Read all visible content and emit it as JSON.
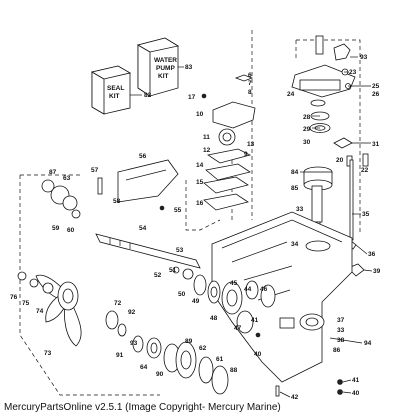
{
  "footer": {
    "caption": "MercuryPartsOnline v2.5.1 (Image Copyright- Mercury Marine)"
  },
  "boxes": {
    "box_83": {
      "lines": [
        "WATER",
        "PUMP",
        "KIT"
      ]
    },
    "box_82": {
      "lines": [
        "SEAL",
        "KIT"
      ]
    }
  },
  "callouts": {
    "c1": "93",
    "c2": "23",
    "c3": "24",
    "c4": "25",
    "c5": "26",
    "c6": "83",
    "c7": "6",
    "c8": "7",
    "c9": "8",
    "c10": "17",
    "c11": "10",
    "c12": "82",
    "c13": "13",
    "c14": "9",
    "c15": "28",
    "c16": "29",
    "c17": "30",
    "c18": "31",
    "c19": "11",
    "c20": "12",
    "c21": "14",
    "c22": "15",
    "c23": "16",
    "c24": "56",
    "c25": "20",
    "c26": "22",
    "c27": "84",
    "c28": "85",
    "c29": "87",
    "c30": "63",
    "c31": "57",
    "c32": "58",
    "c33": "59",
    "c34": "60",
    "c35": "55",
    "c36": "33",
    "c37": "35",
    "c38": "54",
    "c39": "34",
    "c40": "36",
    "c41": "39",
    "c42": "53",
    "c43": "52",
    "c44": "51",
    "c45": "50",
    "c46": "49",
    "c47": "45",
    "c48": "44",
    "c49": "46",
    "c50": "76",
    "c51": "75",
    "c52": "74",
    "c53": "48",
    "c54": "72",
    "c55": "92",
    "c56": "47",
    "c57": "41",
    "c58": "37",
    "c59": "33",
    "c60": "38",
    "c61": "86",
    "c62": "94",
    "c63": "91",
    "c64": "93",
    "c65": "73",
    "c66": "64",
    "c67": "90",
    "c68": "89",
    "c69": "62",
    "c70": "61",
    "c71": "88",
    "c72": "40",
    "c73": "41",
    "c74": "40",
    "c75": "42"
  }
}
